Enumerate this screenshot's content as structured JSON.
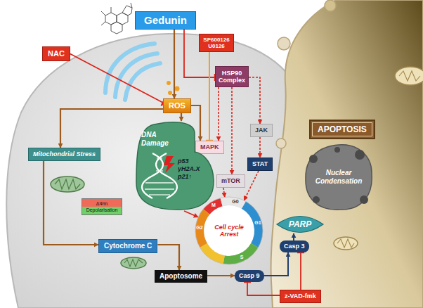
{
  "diagram": {
    "nodes": [
      {
        "text": [
          "Gedunin"
        ]
      },
      {
        "text": [
          "NAC"
        ]
      },
      {
        "text": [
          "SP600126 U0126"
        ]
      },
      {
        "text": [
          "HSP90 Complex"
        ]
      },
      {
        "text": [
          "ROS"
        ]
      },
      {
        "text": [
          "MAPK"
        ]
      },
      {
        "text": [
          "JAK"
        ]
      },
      {
        "text": [
          "STAT"
        ]
      },
      {
        "text": [
          "mTOR"
        ]
      },
      {
        "text": [
          "DNA Damage",
          "p53 γH2A.X p21↑"
        ]
      },
      {
        "text": [
          "Cell cycle Arrest"
        ]
      },
      {
        "text": [
          "Mitochondrial Stress"
        ]
      },
      {
        "text": [
          "ΔΨm Depolarisation"
        ]
      },
      {
        "text": [
          "Cytochrome C"
        ]
      },
      {
        "text": [
          "Apoptosome"
        ]
      },
      {
        "text": [
          "Casp 9"
        ]
      },
      {
        "text": [
          "Casp 3"
        ]
      },
      {
        "text": [
          "PARP"
        ]
      },
      {
        "text": [
          "z-VAD-fmk"
        ]
      },
      {
        "text": [
          "APOPTOSIS"
        ]
      },
      {
        "text": [
          "Nuclear Condensation"
        ]
      }
    ],
    "edges": [
      {
        "from": 0,
        "to": 4,
        "arrow": "to"
      },
      {
        "from": 0,
        "to": 3,
        "arrow": "to"
      },
      {
        "from": 1,
        "to": 4,
        "arrow": "to"
      },
      {
        "from": 2,
        "to": 5,
        "arrow": "to"
      },
      {
        "from": 4,
        "to": 5,
        "arrow": "to"
      },
      {
        "from": 4,
        "to": 9,
        "arrow": "to"
      },
      {
        "from": 4,
        "to": 11,
        "arrow": "to"
      },
      {
        "from": 3,
        "to": 5,
        "arrow": "to"
      },
      {
        "from": 3,
        "to": 6,
        "arrow": "to"
      },
      {
        "from": 3,
        "to": 8,
        "arrow": "to"
      },
      {
        "from": 6,
        "to": 7,
        "arrow": "to"
      },
      {
        "from": 7,
        "to": 10,
        "arrow": "to"
      },
      {
        "from": 8,
        "to": 10,
        "arrow": "to"
      },
      {
        "from": 9,
        "to": 10,
        "arrow": "to"
      },
      {
        "from": 11,
        "to": 13,
        "arrow": "to"
      },
      {
        "from": 13,
        "to": 14,
        "arrow": "to"
      },
      {
        "from": 14,
        "to": 15,
        "arrow": "to"
      },
      {
        "from": 15,
        "to": 16,
        "arrow": "to"
      },
      {
        "from": 16,
        "to": 17,
        "arrow": "to"
      },
      {
        "from": 18,
        "to": 15,
        "arrow": "to"
      },
      {
        "from": 18,
        "to": 16,
        "arrow": "to"
      }
    ],
    "labels": [
      "M",
      "G0",
      "G1",
      "S",
      "G2"
    ]
  }
}
